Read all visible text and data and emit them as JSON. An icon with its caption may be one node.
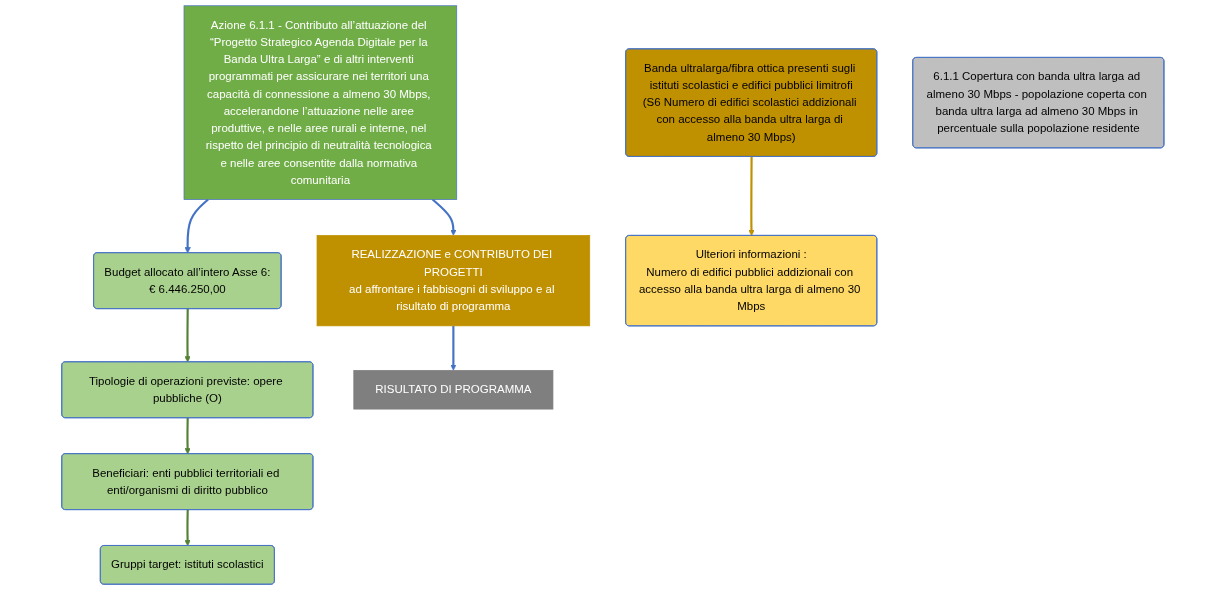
{
  "diagram": {
    "nodes": [
      {
        "text": [
          "Tipologie di operazioni previste: opere pubbliche (O)"
        ]
      },
      {
        "text": [
          "Budget allocato all’intero Asse 6:",
          "€ 6.446.250,00"
        ]
      },
      {
        "text": [
          "Beneficiari: enti pubblici territoriali ed enti/organismi di diritto pubblico"
        ]
      },
      {
        "text": [
          "Gruppi target: istituti scolastici"
        ]
      },
      {
        "text": [
          "Azione 6.1.1 - Contributo all’attuazione del “Progetto Strategico Agenda Digitale per la Banda Ultra Larga” e di altri interventi programmati per assicurare nei territori una capacità di connessione a almeno 30 Mbps, accelerandone l’attuazione nelle aree produttive, e nelle aree rurali e interne, nel rispetto del principio di neutralità tecnologica e nelle aree consentite dalla normativa comunitaria"
        ]
      },
      {
        "text": [
          "Banda ultralarga/fibra ottica presenti sugli istituti scolastici e edifici pubblici limitrofi",
          "(S6 Numero di edifici scolastici addizionali con accesso alla banda ultra larga di almeno 30 Mbps)"
        ]
      },
      {
        "text": [
          "Ulteriori informazioni :",
          "Numero di edifici pubblici addizionali con accesso alla banda ultra larga di almeno 30 Mbps"
        ]
      },
      {
        "text": [
          "REALIZZAZIONE e CONTRIBUTO DEI PROGETTI",
          "ad affrontare i fabbisogni di sviluppo e al risultato di programma"
        ]
      },
      {
        "text": [
          "6.1.1 Copertura con banda ultra larga ad almeno 30 Mbps - popolazione coperta con banda ultra larga ad almeno 30 Mbps in percentuale sulla popolazione residente"
        ]
      },
      {
        "text": [
          "RISULTATO DI PROGRAMMA"
        ]
      }
    ],
    "edges": [
      {
        "from": 1,
        "to": 0,
        "arrow": "to"
      },
      {
        "from": 0,
        "to": 2,
        "arrow": "to"
      },
      {
        "from": 2,
        "to": 3,
        "arrow": "to"
      },
      {
        "from": 4,
        "to": 1,
        "arrow": "to",
        "color": "#4472c4"
      },
      {
        "from": 4,
        "to": 7,
        "arrow": "to",
        "color": "#4472c4"
      },
      {
        "from": 5,
        "to": 6,
        "arrow": "to",
        "color": "#bf9000"
      },
      {
        "from": 7,
        "to": 9,
        "arrow": "to",
        "color": "#4472c4"
      }
    ]
  }
}
